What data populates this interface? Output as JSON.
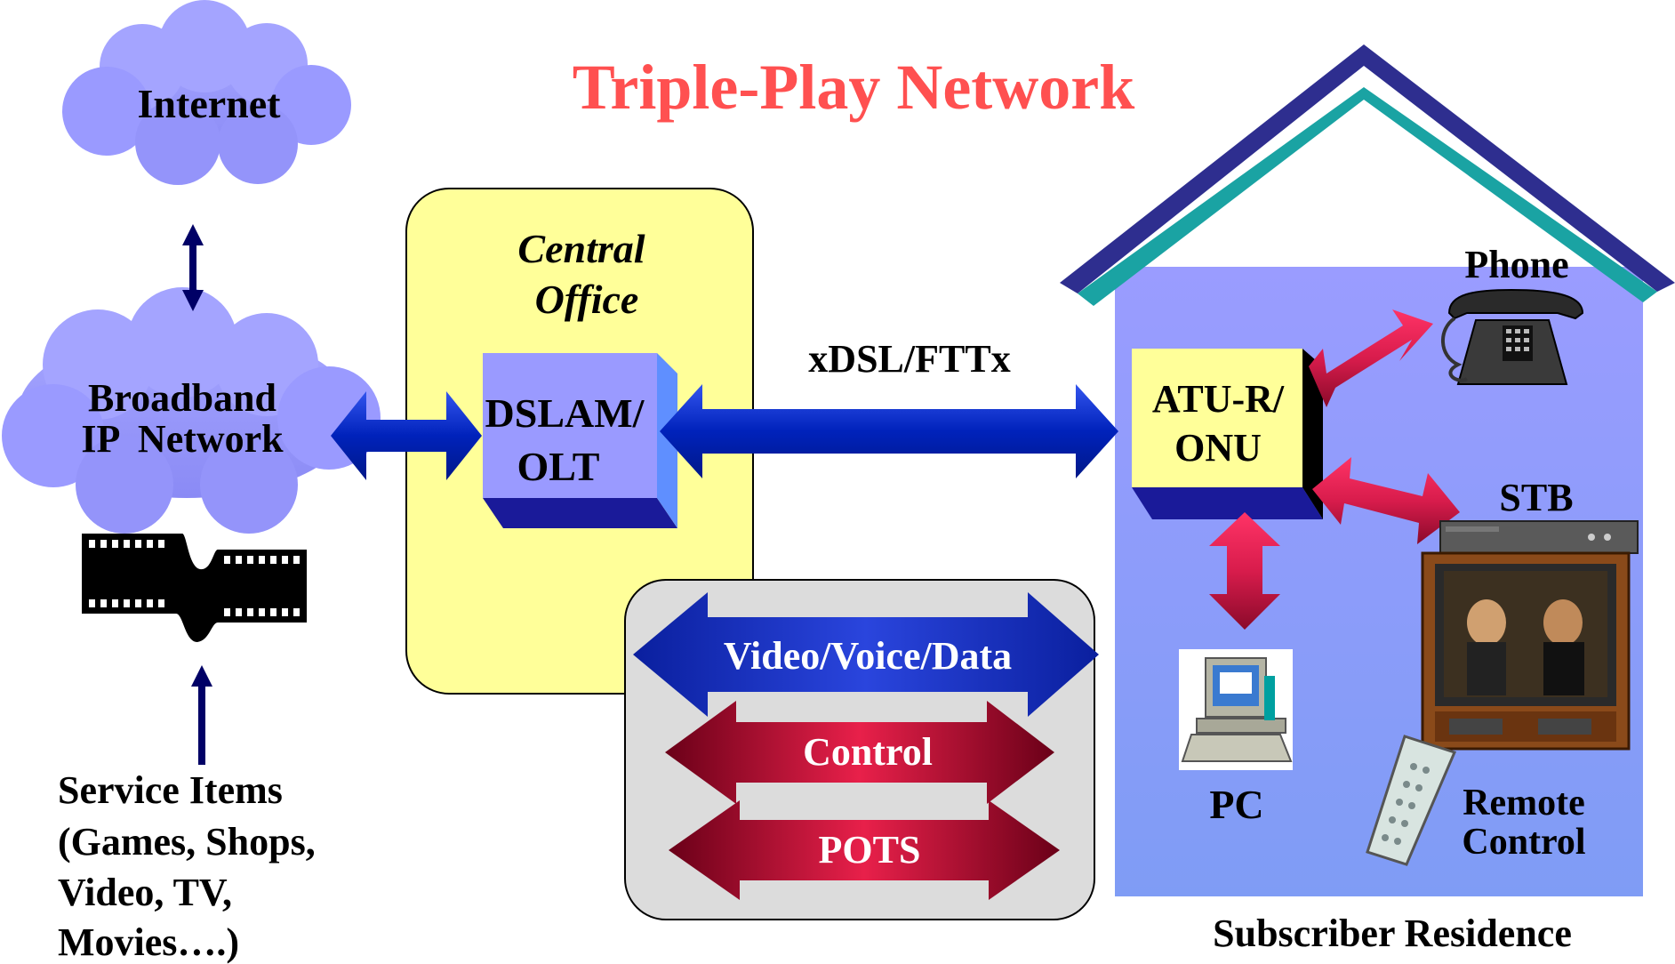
{
  "title": "Triple-Play Network",
  "internet": {
    "label": "Internet"
  },
  "broadband": {
    "line1": "Broadband",
    "line2": "IP  Network"
  },
  "service_items": {
    "line1": "Service Items",
    "line2": "(Games, Shops,",
    "line3": "Video, TV,",
    "line4": "Movies….)"
  },
  "central_office": {
    "line1": "Central",
    "line2": "Office"
  },
  "dslam": {
    "line1": "DSLAM/",
    "line2": "OLT"
  },
  "link_label": "xDSL/FTTx",
  "atu": {
    "line1": "ATU-R/",
    "line2": "ONU"
  },
  "devices": {
    "phone": "Phone",
    "stb": "STB",
    "pc": "PC",
    "remote_line1": "Remote",
    "remote_line2": "Control"
  },
  "residence_label": "Subscriber Residence",
  "legend": {
    "video": "Video/Voice/Data",
    "control": "Control",
    "pots": "POTS"
  },
  "colors": {
    "title": "#ff5050",
    "cloud": "#9999ff",
    "central_office": "#ffff99",
    "house": "#8f95ff",
    "roof": "#2e2e8f",
    "roof_trim": "#1aa3a3",
    "blue_arrow": "#0033cc",
    "red_arrow": "#e8204a",
    "legend_bg": "#dddddd"
  }
}
